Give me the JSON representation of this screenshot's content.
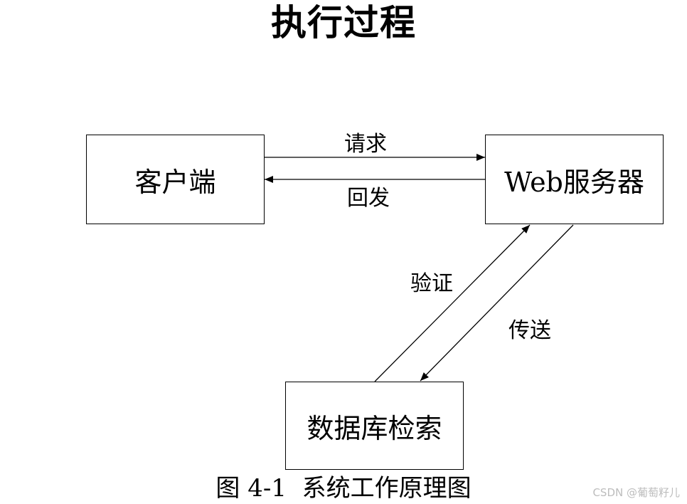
{
  "title": "执行过程",
  "nodes": {
    "client": "客户端",
    "web_server": "Web服务器",
    "database": "数据库检索"
  },
  "edges": {
    "request": "请求",
    "reply": "回发",
    "verify": "验证",
    "send": "传送"
  },
  "caption": "图 4-1  系统工作原理图",
  "watermark": "CSDN @葡萄籽儿",
  "colors": {
    "line": "#000000",
    "background": "#ffffff",
    "watermark": "#bdbdbd"
  }
}
